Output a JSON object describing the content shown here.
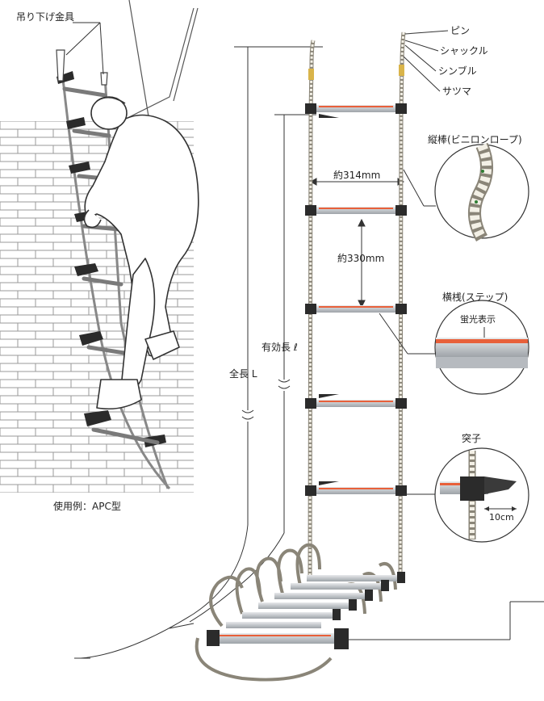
{
  "labels": {
    "hanging_hook": "吊り下げ金具",
    "usage_example": "使用例：APC型",
    "pin": "ピン",
    "shackle": "シャックル",
    "thimble": "シンブル",
    "satsuma": "サツマ",
    "vertical_rope": "縦棒(ビニロンロープ)",
    "width": "約314mm",
    "pitch": "約330mm",
    "step": "横桟(ステップ)",
    "fluorescent": "蛍光表示",
    "effective_length": "有効長 ℓ",
    "total_length": "全長 L",
    "protrusion": "突子",
    "protrusion_size": "10cm"
  },
  "colors": {
    "rope": "#f3f0e6",
    "rope_outline": "#8a8578",
    "step_metal": "#c9ccd0",
    "step_stripe": "#e8603a",
    "bracket": "#2b2b2b",
    "line": "#333333"
  }
}
